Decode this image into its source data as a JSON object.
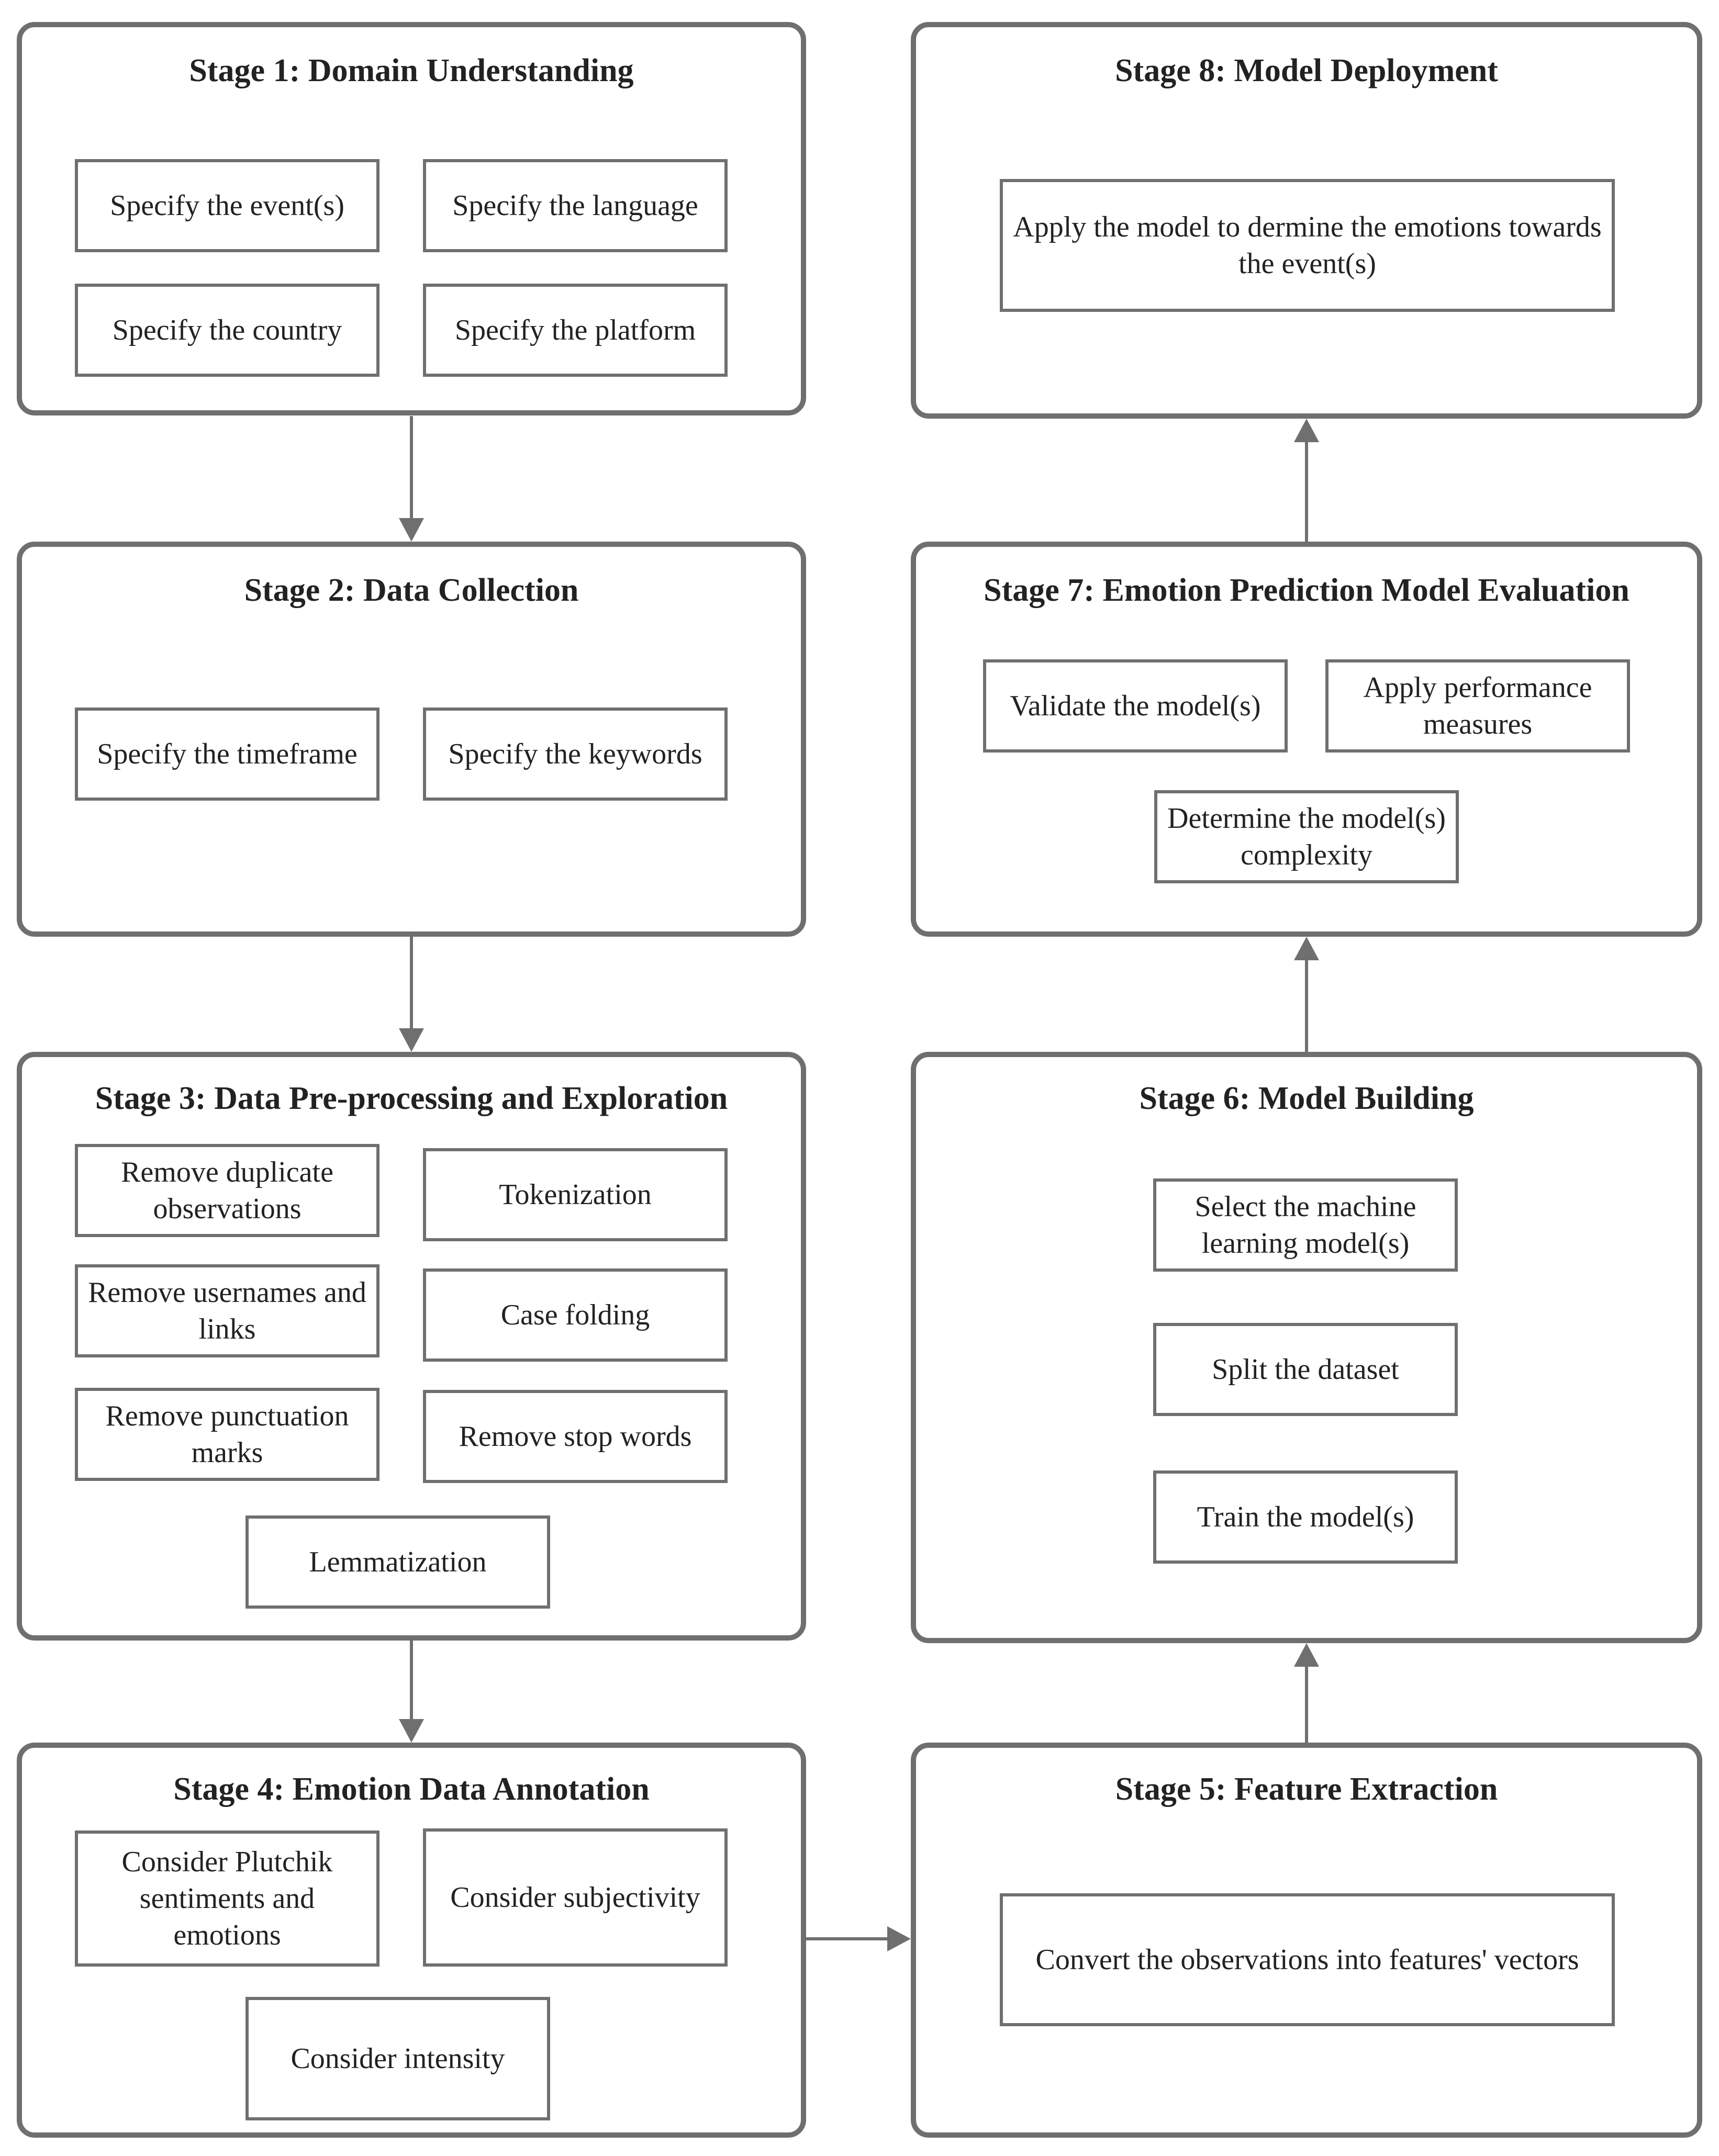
{
  "stages": [
    {
      "title": "Stage 1: Domain Understanding",
      "steps": [
        "Specify the event(s)",
        "Specify the language",
        "Specify the country",
        "Specify the platform"
      ]
    },
    {
      "title": "Stage 2: Data Collection",
      "steps": [
        "Specify the timeframe",
        "Specify the keywords"
      ]
    },
    {
      "title": "Stage 3: Data Pre-processing and Exploration",
      "steps": [
        "Remove duplicate observations",
        "Tokenization",
        "Remove usernames and links",
        "Case folding",
        "Remove punctuation marks",
        "Remove stop words",
        "Lemmatization"
      ]
    },
    {
      "title": "Stage 4: Emotion Data Annotation",
      "steps": [
        "Consider Plutchik sentiments and emotions",
        "Consider subjectivity",
        "Consider intensity"
      ]
    },
    {
      "title": "Stage 5: Feature Extraction",
      "steps": [
        "Convert the observations into features' vectors"
      ]
    },
    {
      "title": "Stage 6: Model Building",
      "steps": [
        "Select the machine learning model(s)",
        "Split the dataset",
        "Train the model(s)"
      ]
    },
    {
      "title": "Stage 7: Emotion Prediction Model Evaluation",
      "steps": [
        "Validate the model(s)",
        "Apply performance measures",
        "Determine the model(s) complexity"
      ]
    },
    {
      "title": "Stage 8: Model Deployment",
      "steps": [
        "Apply the model to dermine the emotions towards the event(s)"
      ]
    }
  ],
  "colors": {
    "border": "#6f6f6f",
    "text": "#222222",
    "background": "#ffffff"
  }
}
